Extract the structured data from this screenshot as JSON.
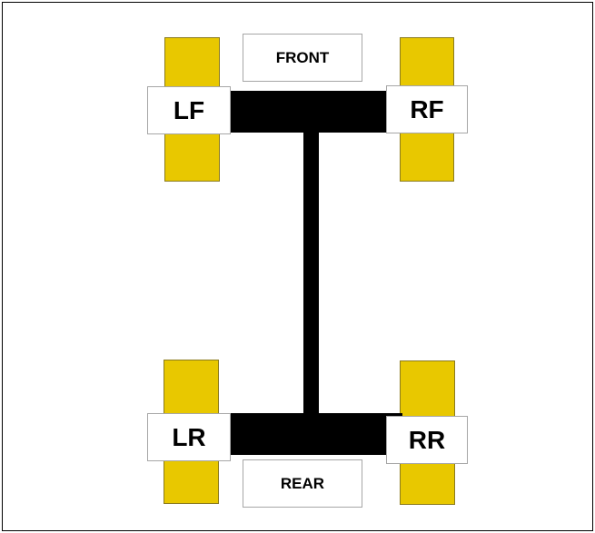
{
  "labels": {
    "front": "FRONT",
    "rear": "REAR",
    "left_front": "LF",
    "right_front": "RF",
    "left_rear": "LR",
    "right_rear": "RR"
  },
  "colors": {
    "tire": "#e8c800",
    "tire_border": "#8a7a1e",
    "axle": "#000000",
    "label_background": "#ffffff",
    "label_border": "#a6a6a6"
  }
}
